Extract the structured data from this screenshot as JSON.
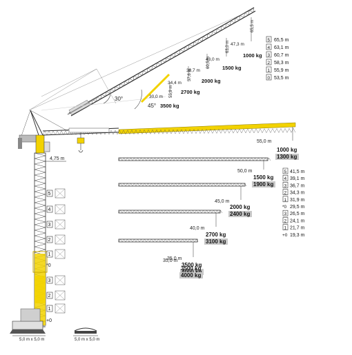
{
  "colors": {
    "yellow": "#f2d200",
    "black": "#1a1a1a",
    "grey": "#c8c8c8",
    "line": "#333333",
    "light": "#bdbdbd"
  },
  "angles": {
    "upper": "30°",
    "lower": "45°"
  },
  "tower_offset": "4,75 m",
  "base_left": "5,0 m x 5,0 m",
  "base_right": "5,0 m x 5,0 m",
  "luffing": {
    "dims": [
      "30,0 m",
      "34,4 m",
      "38,7 m",
      "43,0 m",
      "47,3 m"
    ],
    "vert": [
      "55,9 m",
      "57,6 m",
      "60,5 m",
      "63,0 m",
      "65,5 m"
    ],
    "loads": [
      "3500 kg",
      "2700 kg",
      "2000 kg",
      "1500 kg",
      "1000 kg"
    ],
    "heights": [
      {
        "badge": "5",
        "value": "65,5 m"
      },
      {
        "badge": "4",
        "value": "63,1 m"
      },
      {
        "badge": "3",
        "value": "60,7 m"
      },
      {
        "badge": "2",
        "value": "58,3 m"
      },
      {
        "badge": "1",
        "value": "55,9 m"
      },
      {
        "badge": "0",
        "value": "53,5 m"
      }
    ]
  },
  "jibs": [
    {
      "dim": "55,0 m",
      "load": "1000 kg",
      "load2": "1300 kg"
    },
    {
      "dim": "50,0 m",
      "load": "1500 kg",
      "load2": "1900 kg"
    },
    {
      "dim": "45,0 m",
      "load": "2000 kg",
      "load2": "2400 kg"
    },
    {
      "dim": "40,0 m",
      "load": "2700 kg",
      "load2": "3100 kg"
    },
    {
      "dim": "35,0 m",
      "load": "3500 kg",
      "load2": "4000 kg"
    }
  ],
  "hook_heights": [
    {
      "badge": "5",
      "value": "41,5 m"
    },
    {
      "badge": "4",
      "value": "39,1 m"
    },
    {
      "badge": "3",
      "value": "36,7 m"
    },
    {
      "badge": "2",
      "value": "34,3 m"
    },
    {
      "badge": "1",
      "value": "31,9 m"
    },
    {
      "badge": "*0",
      "value": "29,5 m"
    },
    {
      "badge": "3",
      "value": "26,5 m"
    },
    {
      "badge": "2",
      "value": "24,1 m"
    },
    {
      "badge": "1",
      "value": "21,7 m"
    },
    {
      "badge": "+0",
      "value": "19,3 m"
    }
  ],
  "tower_sections": [
    "5",
    "4",
    "3",
    "2",
    "1",
    "*0",
    "3",
    "2",
    "1",
    "+0"
  ]
}
